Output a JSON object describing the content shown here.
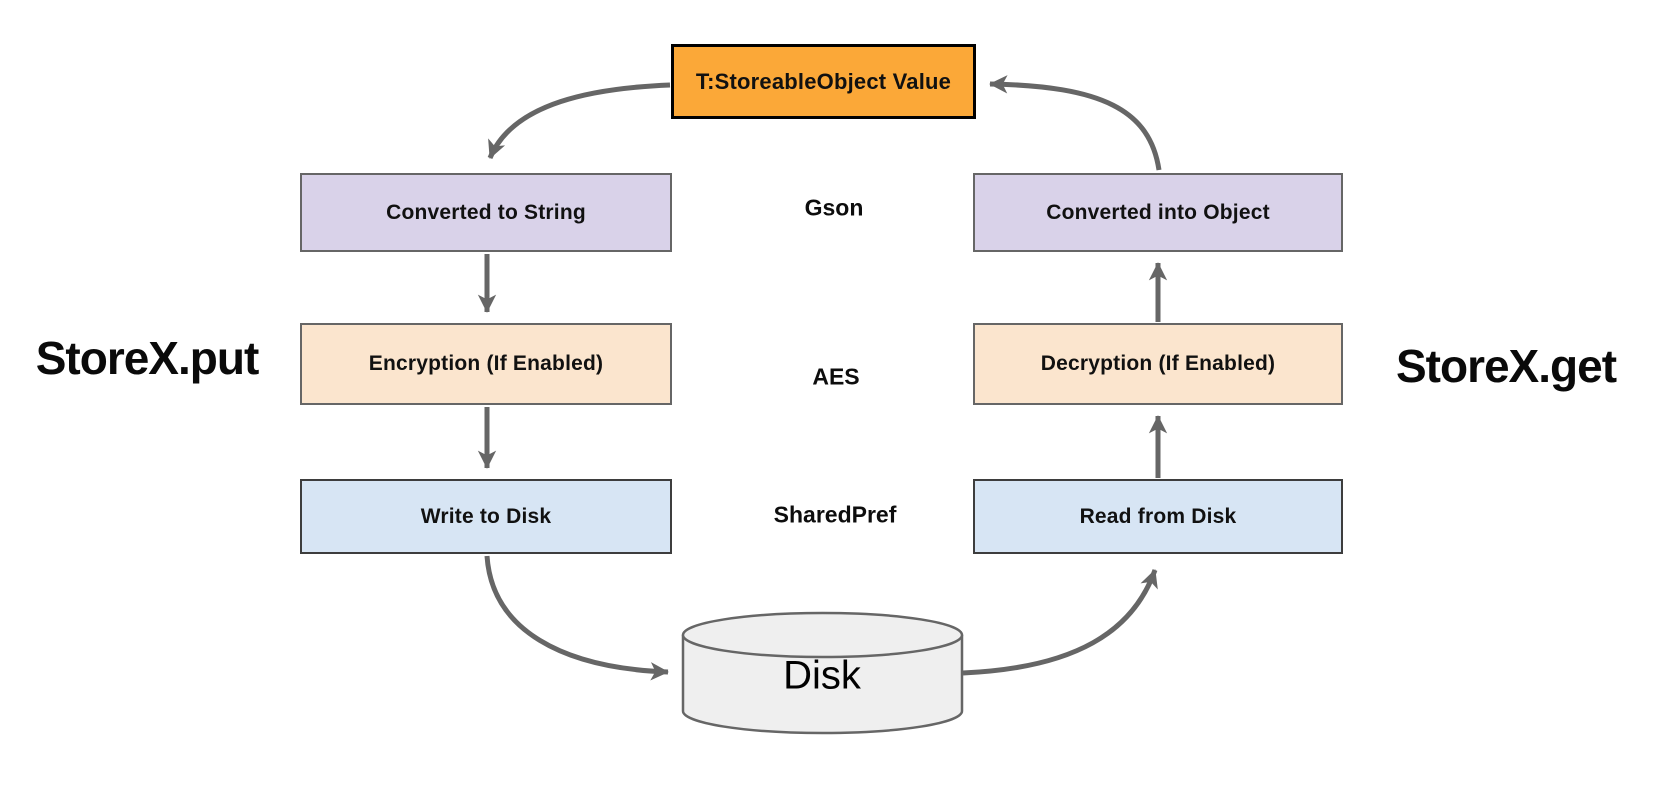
{
  "diagram": {
    "title_semantic": "StoreX put/get data flow",
    "side_labels": {
      "put": "StoreX.put",
      "get": "StoreX.get"
    },
    "nodes": {
      "root": {
        "label": "T:StoreableObject Value"
      },
      "convert_string": {
        "label": "Converted to String"
      },
      "encryption": {
        "label": "Encryption (If Enabled)"
      },
      "write_disk": {
        "label": "Write to Disk"
      },
      "convert_object": {
        "label": "Converted into Object"
      },
      "decryption": {
        "label": "Decryption (If Enabled)"
      },
      "read_disk": {
        "label": "Read from Disk"
      },
      "disk": {
        "label": "Disk"
      }
    },
    "layer_labels": {
      "serializer": "Gson",
      "cipher": "AES",
      "storage": "SharedPref"
    }
  },
  "colors": {
    "arrow": "#666666",
    "fill_orange": "#fba838",
    "fill_lavender": "#d9d2e9",
    "fill_peach": "#fbe5ce",
    "fill_blue": "#d7e5f4",
    "fill_disk": "#efefef",
    "border_black": "#000000",
    "border_gray": "#666666",
    "border_dark": "#3d3d3d"
  }
}
